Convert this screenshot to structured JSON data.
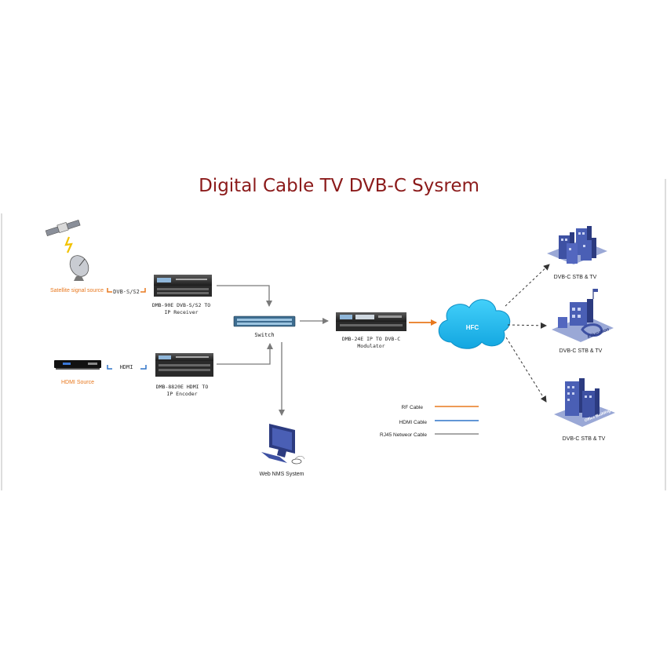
{
  "title": "Digital Cable TV DVB-C Sysrem",
  "colors": {
    "title": "#8b1a1a",
    "orange": "#e8781e",
    "hdmi_blue": "#2f74c8",
    "rj45_gray": "#8c8c8c",
    "cloud": "#1fb8ee",
    "building": "#4a5fb5"
  },
  "sources": {
    "satellite_label": "Satellite signal source",
    "satellite_link": "DVB-S/S2",
    "hdmi_label": "HDMI Source",
    "hdmi_link": "HDMI"
  },
  "devices": {
    "receiver": {
      "line1": "DMB-90E DVB-S/S2 TO",
      "line2": "IP Receiver"
    },
    "encoder": {
      "line1": "DMB-8820E HDMI TO",
      "line2": "IP Encoder"
    },
    "switch": {
      "label": "Switch"
    },
    "modulator": {
      "line1": "DMB-24E IP TO DVB-C",
      "line2": "Modulator"
    },
    "cloud": {
      "label": "HFC"
    },
    "nms": {
      "label": "Web NMS System"
    }
  },
  "endpoints": [
    {
      "label": "DVB-C STB & TV",
      "icon": "apartment-buildings-icon"
    },
    {
      "label": "DVB-C STB & TV",
      "icon": "education-building-icon",
      "sign": "Education"
    },
    {
      "label": "DVB-C STB & TV",
      "icon": "office-building-icon",
      "sign": "Office Building"
    }
  ],
  "legend": [
    {
      "label": "RF Cable",
      "color": "#e8781e"
    },
    {
      "label": "HDMI Cable",
      "color": "#2f74c8"
    },
    {
      "label": "RJ45 Netweor Cable",
      "color": "#8c8c8c"
    }
  ]
}
